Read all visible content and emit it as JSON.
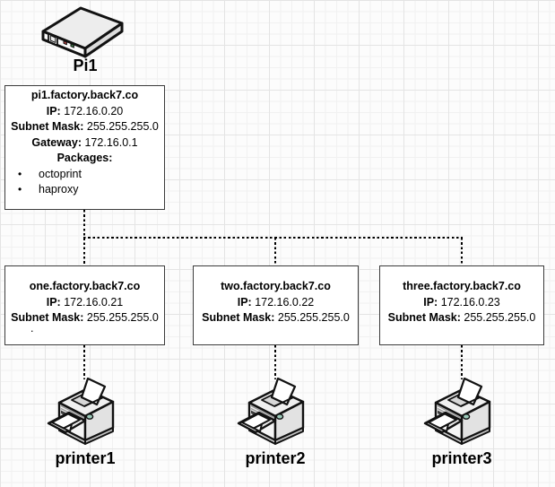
{
  "diagram": {
    "type": "network-topology",
    "background": "#fcfcfc",
    "grid_minor_color": "#f1f1f1",
    "grid_major_color": "#e4e4e4",
    "connector_color": "#000000",
    "connector_style": "dashed",
    "bullet_glyph": "•"
  },
  "pi": {
    "label": "Pi1",
    "icon": "raspberry-pi-device-icon",
    "hostname": "pi1.factory.back7.co",
    "ip_label": "IP:",
    "ip_value": "172.16.0.20",
    "subnet_label": "Subnet Mask:",
    "subnet_value": "255.255.255.0",
    "gateway_label": "Gateway:",
    "gateway_value": "172.16.0.1",
    "packages_label": "Packages:",
    "packages": [
      "octoprint",
      "haproxy"
    ]
  },
  "nodes": [
    {
      "hostname": "one.factory.back7.co",
      "ip_label": "IP:",
      "ip_value": "172.16.0.21",
      "subnet_label": "Subnet Mask:",
      "subnet_value": "255.255.255.0",
      "stray_mark": ".",
      "printer_label": "printer1",
      "icon": "printer-icon"
    },
    {
      "hostname": "two.factory.back7.co",
      "ip_label": "IP:",
      "ip_value": "172.16.0.22",
      "subnet_label": "Subnet Mask:",
      "subnet_value": "255.255.255.0",
      "printer_label": "printer2",
      "icon": "printer-icon"
    },
    {
      "hostname": "three.factory.back7.co",
      "ip_label": "IP:",
      "ip_value": "172.16.0.23",
      "subnet_label": "Subnet Mask:",
      "subnet_value": "255.255.255.0",
      "printer_label": "printer3",
      "icon": "printer-icon"
    }
  ],
  "links": [
    {
      "from": "pi1.factory.back7.co",
      "to": "one.factory.back7.co",
      "style": "dashed"
    },
    {
      "from": "pi1.factory.back7.co",
      "to": "two.factory.back7.co",
      "style": "dashed"
    },
    {
      "from": "pi1.factory.back7.co",
      "to": "three.factory.back7.co",
      "style": "dashed"
    },
    {
      "from": "one.factory.back7.co",
      "to": "printer1",
      "style": "dashed"
    },
    {
      "from": "two.factory.back7.co",
      "to": "printer2",
      "style": "dashed"
    },
    {
      "from": "three.factory.back7.co",
      "to": "printer3",
      "style": "dashed"
    }
  ]
}
